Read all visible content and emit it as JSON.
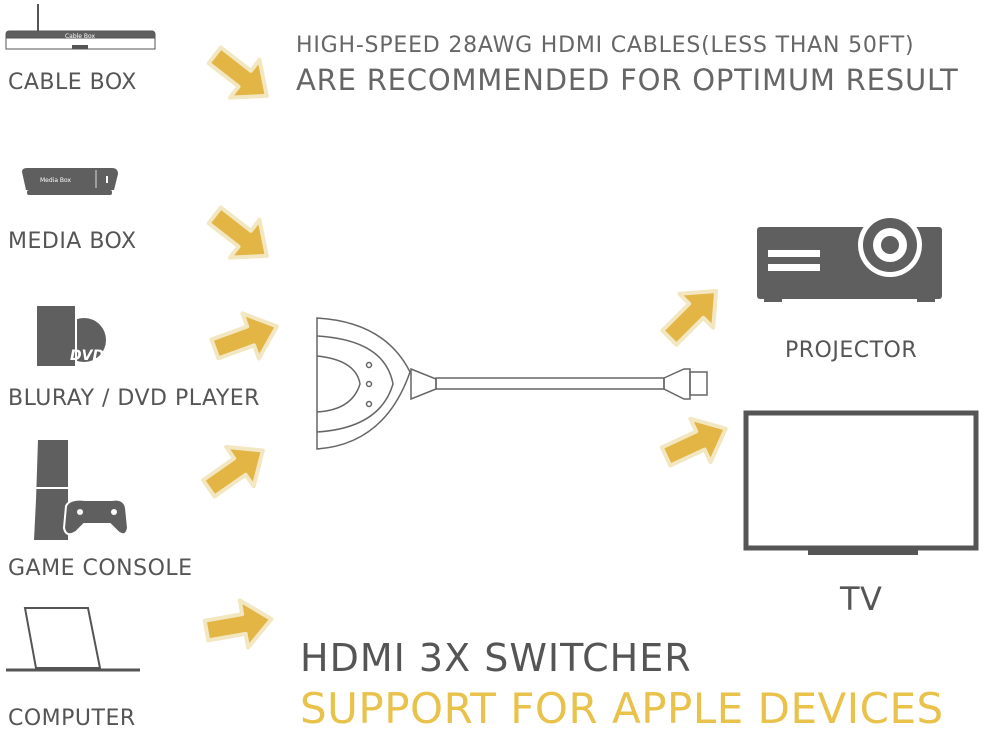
{
  "header": {
    "line1": "HIGH-SPEED 28AWG HDMI CABLES(LESS THAN 50FT)",
    "line2": "ARE RECOMMENDED FOR OPTIMUM RESULT"
  },
  "sources": [
    {
      "label": "CABLE BOX",
      "device_text": "Cable Box"
    },
    {
      "label": "MEDIA BOX",
      "device_text": "Media Box"
    },
    {
      "label": "BLURAY / DVD PLAYER",
      "device_text": "DVD"
    },
    {
      "label": "GAME CONSOLE"
    },
    {
      "label": "COMPUTER"
    }
  ],
  "outputs": [
    {
      "label": "PROJECTOR"
    },
    {
      "label": "TV"
    }
  ],
  "footer": {
    "title": "HDMI 3X SWITCHER",
    "subtitle": "SUPPORT FOR APPLE DEVICES"
  },
  "colors": {
    "text": "#5a5a5a",
    "accent": "#e8c24a",
    "arrow_fill": "#e2b545",
    "arrow_outline": "#f3e7c2",
    "device": "#5f5f5f"
  }
}
